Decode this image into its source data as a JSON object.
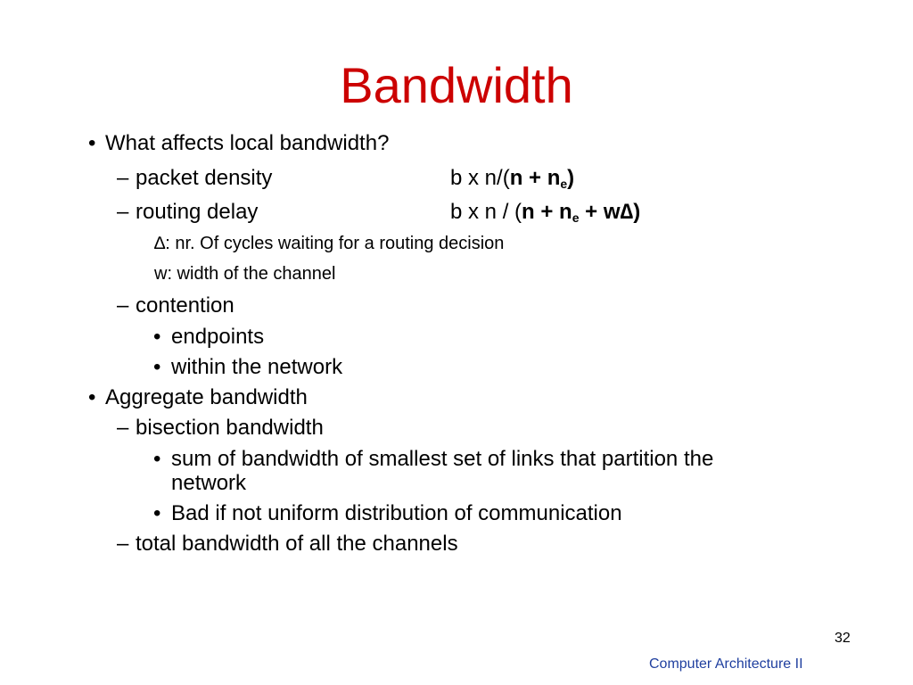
{
  "title": "Bandwidth",
  "bullets": {
    "b1": "What affects local bandwidth?",
    "b1_1_label": "packet density",
    "b1_1_formula_prefix": "b x n/(",
    "b1_1_formula_bold": "n + n",
    "b1_1_sub": "e",
    "b1_1_close": ")",
    "b1_2_label": "routing delay",
    "b1_2_formula_prefix": "b x n / (",
    "b1_2_formula_bold": "n + n",
    "b1_2_sub": "e",
    "b1_2_bold_tail": " + w∆)",
    "note_delta": "∆: nr. Of cycles waiting for a routing decision",
    "note_w": "w: width of the channel",
    "b1_3": "contention",
    "b1_3_1": "endpoints",
    "b1_3_2": "within the network",
    "b2": "Aggregate bandwidth",
    "b2_1": "bisection bandwidth",
    "b2_1_1_line1": "sum of bandwidth of smallest set of links that partition the",
    "b2_1_1_line2": "network",
    "b2_1_2": "Bad if not uniform distribution of communication",
    "b2_2": "total bandwidth of all the channels"
  },
  "glyphs": {
    "bullet": "•",
    "dash": "–"
  },
  "slide_number": "32",
  "footer": "Computer Architecture II",
  "colors": {
    "title": "#cc0000",
    "footer": "#1f3f9f"
  }
}
